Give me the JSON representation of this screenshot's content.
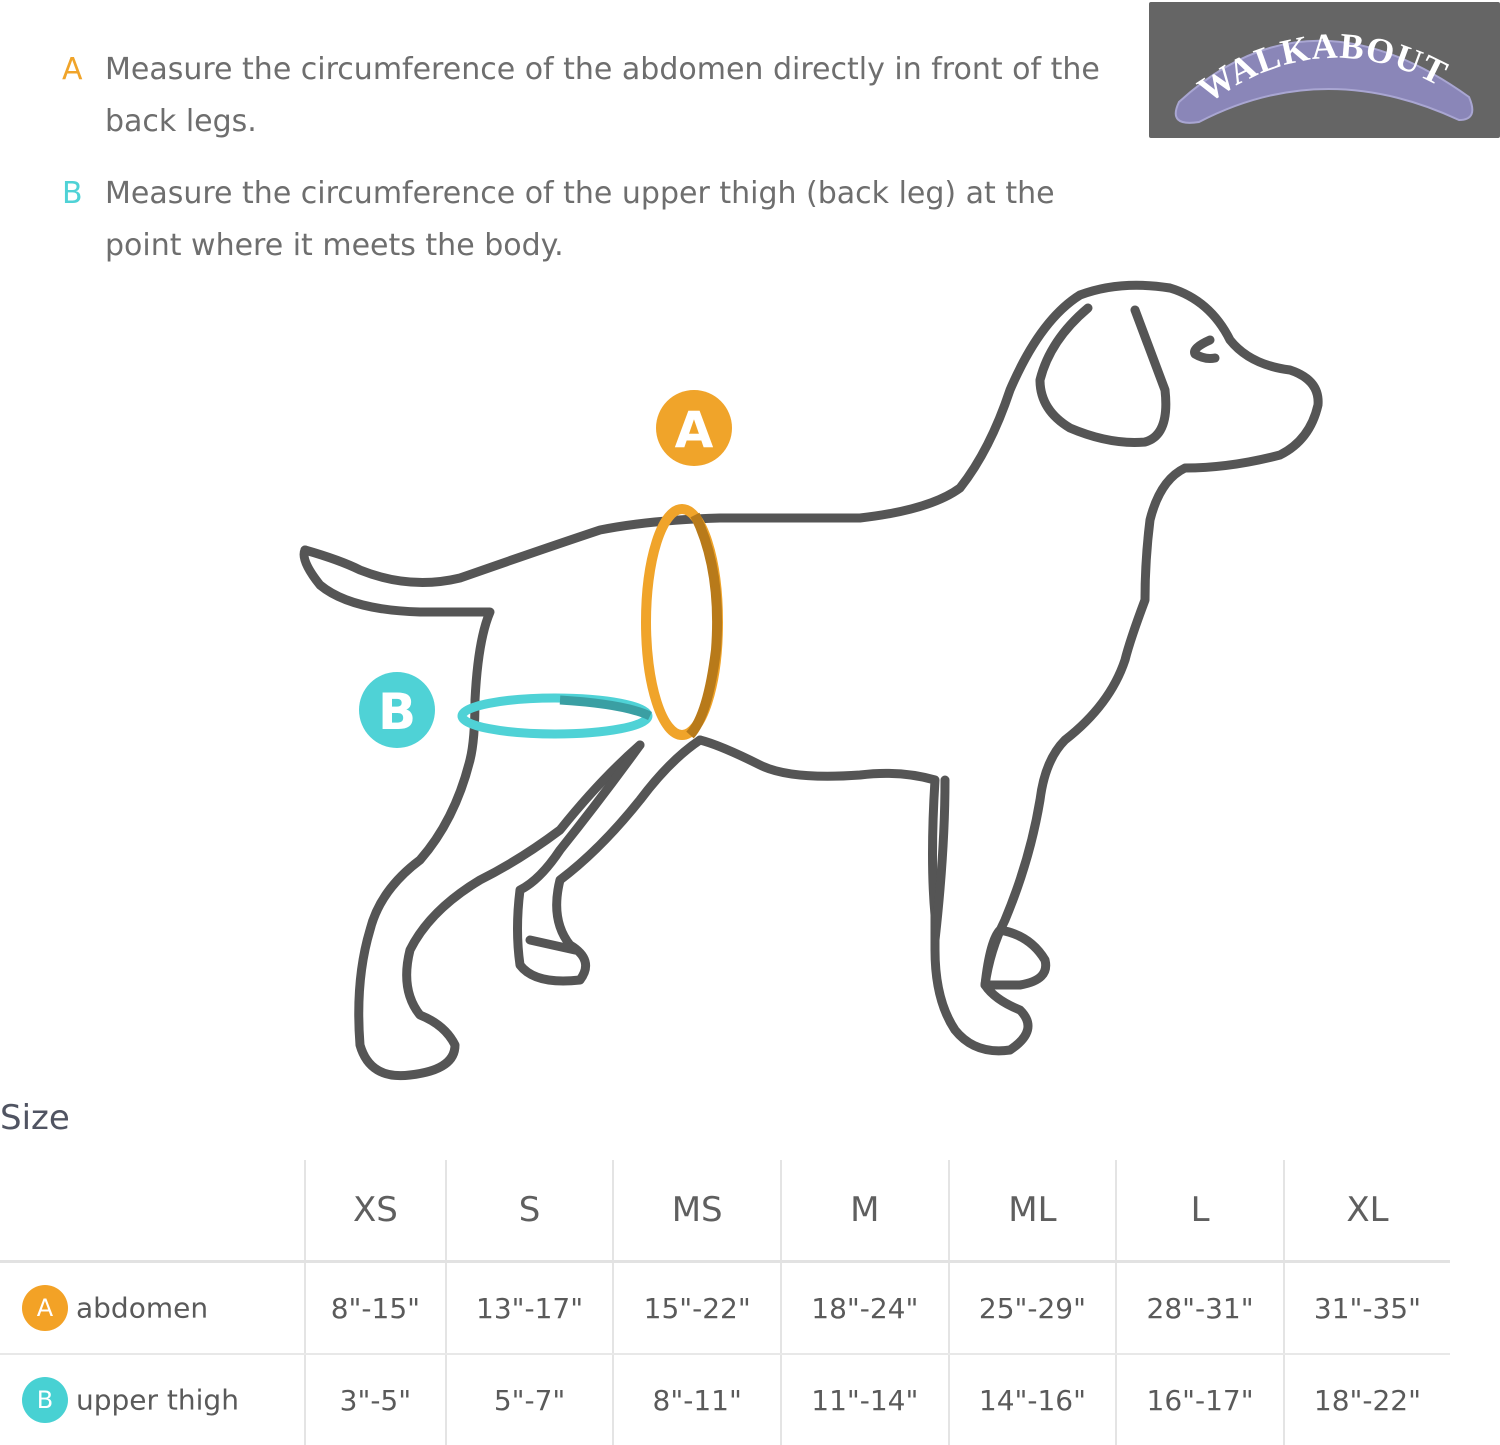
{
  "instructions": [
    {
      "letter": "A",
      "text": "Measure the circumference of the abdomen directly in front of the back legs."
    },
    {
      "letter": "B",
      "text": "Measure the circumference of the upper thigh (back leg) at the point where it meets the body."
    }
  ],
  "logo": {
    "text": "WALKABOUT",
    "background": "#656565",
    "boomerang_color": "#8a86b8"
  },
  "figure": {
    "marker_a": "A",
    "marker_b": "B",
    "color_a": "#f0a42a",
    "color_b": "#4fd2d6",
    "outline_color": "#555555"
  },
  "size_label": "Size",
  "table": {
    "sizes": [
      "XS",
      "S",
      "MS",
      "M",
      "ML",
      "L",
      "XL"
    ],
    "rows": [
      {
        "badge": "A",
        "label": "abdomen",
        "values": [
          "8\"-15\"",
          "13\"-17\"",
          "15\"-22\"",
          "18\"-24\"",
          "25\"-29\"",
          "28\"-31\"",
          "31\"-35\""
        ]
      },
      {
        "badge": "B",
        "label": "upper thigh",
        "values": [
          "3\"-5\"",
          "5\"-7\"",
          "8\"-11\"",
          "11\"-14\"",
          "14\"-16\"",
          "16\"-17\"",
          "18\"-22\""
        ]
      }
    ]
  }
}
